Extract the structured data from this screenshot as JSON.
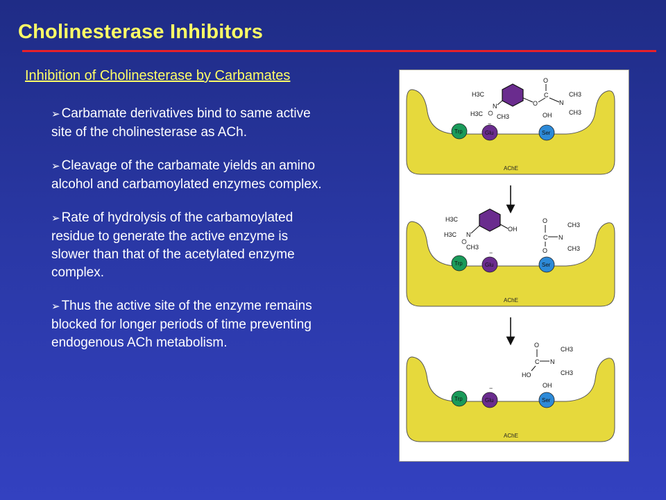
{
  "title": "Cholinesterase Inhibitors",
  "subtitle": "Inhibition of Cholinesterase by Carbamates",
  "bullets": [
    "Carbamate derivatives bind to same active site of the cholinesterase as ACh.",
    "Cleavage of the carbamate yields an amino alcohol and carbamoylated enzymes complex.",
    "Rate of hydrolysis of the carbamoylated residue to generate the active enzyme is slower than that of the acetylated enzyme complex.",
    "Thus the active site of the enzyme remains blocked for longer periods of time preventing endogenous ACh metabolism."
  ],
  "figure": {
    "enzyme_label": "AChE",
    "residues": {
      "trp": "Trp",
      "glu": "Glu",
      "ser": "Ser"
    },
    "colors": {
      "enzyme": "#e6d93c",
      "trp": "#1a9a5a",
      "glu": "#6a2c8e",
      "ser": "#2d8ad8",
      "ring": "#6a2c8e"
    },
    "chem": {
      "h3c": "H3C",
      "ch3": "CH3",
      "n": "N",
      "o": "O",
      "c": "C",
      "oh": "OH",
      "ho": "HO",
      "plus": "+",
      "minus": "−"
    }
  }
}
